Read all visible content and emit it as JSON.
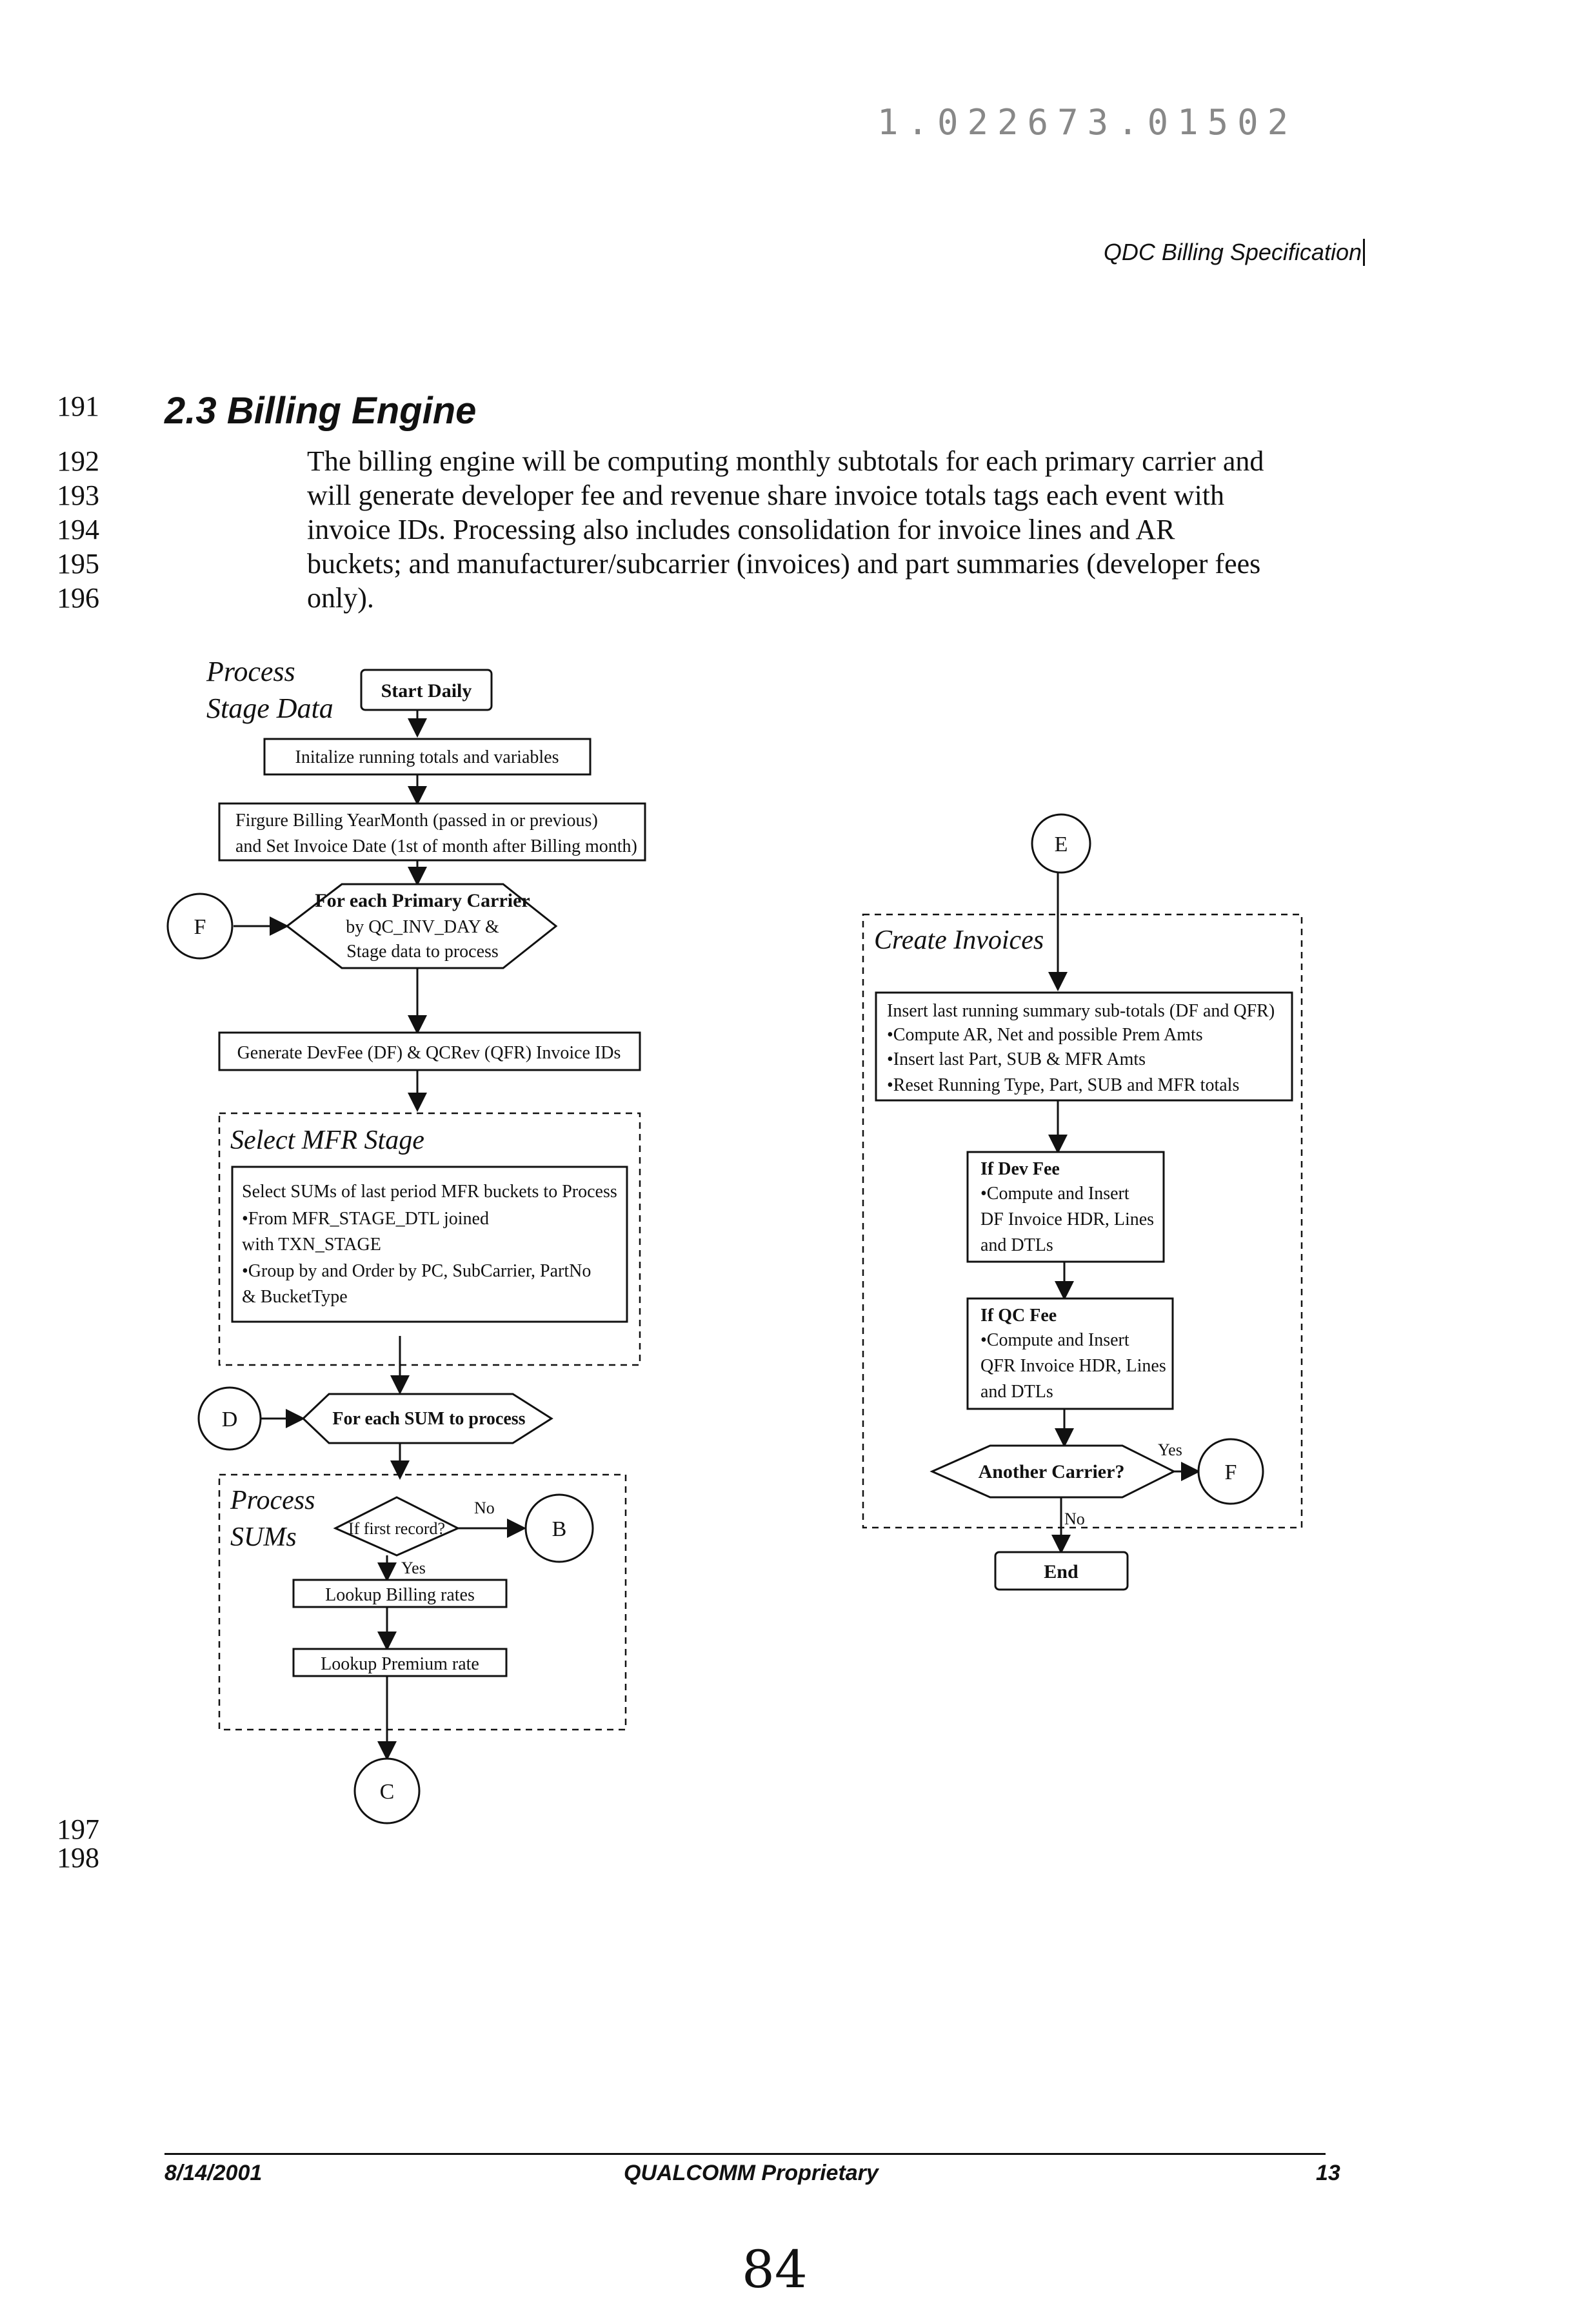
{
  "stamp": "1.022673.01502",
  "header_title": "QDC Billing Specification",
  "line_numbers": [
    "191",
    "192",
    "193",
    "194",
    "195",
    "196",
    "197",
    "198"
  ],
  "section_title": "2.3 Billing Engine",
  "paragraph_lines": [
    "The billing engine will be computing monthly subtotals for each primary carrier and",
    "will generate developer fee and revenue share invoice totals tags each event with",
    "invoice IDs.  Processing also includes consolidation for invoice lines and AR",
    "buckets; and manufacturer/subcarrier (invoices) and part summaries (developer fees",
    "only)."
  ],
  "flowchart": {
    "process_stage_label": [
      "Process",
      "Stage Data"
    ],
    "start_daily": "Start Daily",
    "initialize": "Initalize running totals and variables",
    "figure_billing": [
      "Firgure Billing YearMonth (passed in or previous)",
      "and Set Invoice Date (1st of month after Billing month)"
    ],
    "connector_f": "F",
    "for_each_carrier": [
      "For each Primary Carrier",
      "by QC_INV_DAY &",
      "Stage data to process"
    ],
    "generate_ids": "Generate DevFee (DF) & QCRev (QFR) Invoice IDs",
    "select_mfr_label": "Select MFR Stage",
    "select_sums": [
      "Select SUMs of last period MFR buckets to Process",
      "•From MFR_STAGE_DTL joined",
      "with TXN_STAGE",
      "•Group by and Order by PC, SubCarrier, PartNo",
      "& BucketType"
    ],
    "connector_d": "D",
    "for_each_sum": "For each SUM to process",
    "process_sums_label": [
      "Process",
      "SUMs"
    ],
    "if_first_record": "If first record?",
    "no_label": "No",
    "connector_b": "B",
    "yes_label": "Yes",
    "lookup_billing": "Lookup Billing rates",
    "lookup_premium": "Lookup Premium rate",
    "connector_c": "C",
    "connector_e": "E",
    "create_invoices_label": "Create Invoices",
    "insert_last": [
      "Insert last running summary sub-totals (DF and QFR)",
      "•Compute AR, Net and possible Prem Amts",
      "•Insert last Part, SUB & MFR Amts",
      "•Reset Running Type, Part, SUB and MFR totals"
    ],
    "if_dev_fee": [
      "If Dev Fee",
      "•Compute and Insert",
      "DF Invoice HDR, Lines",
      "and DTLs"
    ],
    "if_qc_fee": [
      "If QC Fee",
      "•Compute and Insert",
      "QFR Invoice HDR, Lines",
      "and DTLs"
    ],
    "another_carrier": "Another Carrier?",
    "yes_label_2": "Yes",
    "connector_f2": "F",
    "no_label_2": "No",
    "end": "End"
  },
  "footer": {
    "date": "8/14/2001",
    "proprietary": "QUALCOMM Proprietary",
    "page_number": "13"
  },
  "handwritten_initials": "84"
}
